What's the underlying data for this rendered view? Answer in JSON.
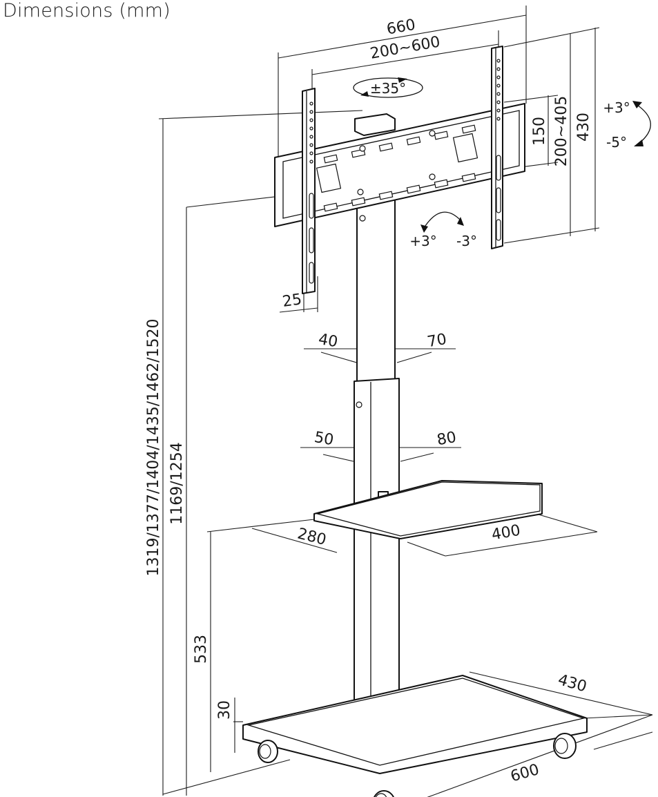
{
  "title": "Dimensions (mm)",
  "dimensions": {
    "bracket_width": "660",
    "vesa_horizontal": "200~600",
    "swivel": "±35°",
    "tilt_up": "+3°",
    "tilt_down": "-5°",
    "rotate_left": "+3°",
    "rotate_right": "-3°",
    "arm_height": "150",
    "vesa_vertical": "200~405",
    "bracket_height": "430",
    "depth_profile": "25",
    "upper_pole_depth": "40",
    "upper_pole_width": "70",
    "lower_pole_depth": "50",
    "lower_pole_width": "80",
    "shelf_depth": "280",
    "shelf_width": "400",
    "overall_heights": "1319/1377/1404/1435/1462/1520",
    "mount_heights": "1169/1254",
    "shelf_height": "533",
    "base_thickness": "30",
    "base_depth": "430",
    "base_width": "600"
  }
}
